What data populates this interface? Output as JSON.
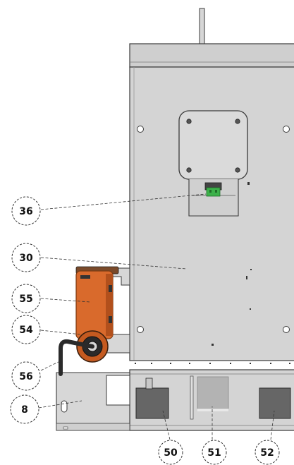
{
  "callouts": {
    "c36": "36",
    "c30": "30",
    "c55": "55",
    "c54": "54",
    "c56": "56",
    "c8": "8",
    "c50": "50",
    "c51": "51",
    "c52": "52"
  },
  "colors": {
    "cabinet": "#d4d4d4",
    "cabinet_dark": "#c2c2c2",
    "outline": "#3a3a3a",
    "actuator": "#d96a2c",
    "actuator_dark": "#b2501c",
    "connector": "#3cb14a",
    "slot_dark": "#666666",
    "slot_light": "#b3b3b3"
  }
}
